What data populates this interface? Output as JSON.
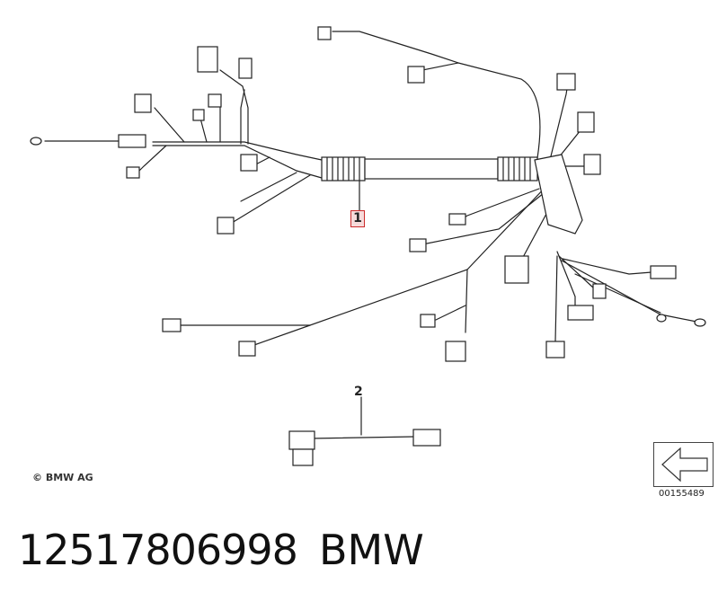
{
  "diagram": {
    "callouts": {
      "item_1": "1",
      "item_2": "2"
    },
    "copyright": "© BMW AG",
    "diagram_code": "00155489",
    "nav_icon": "arrow-left-icon"
  },
  "caption": {
    "part_number": "12517806998",
    "brand": "BMW"
  }
}
